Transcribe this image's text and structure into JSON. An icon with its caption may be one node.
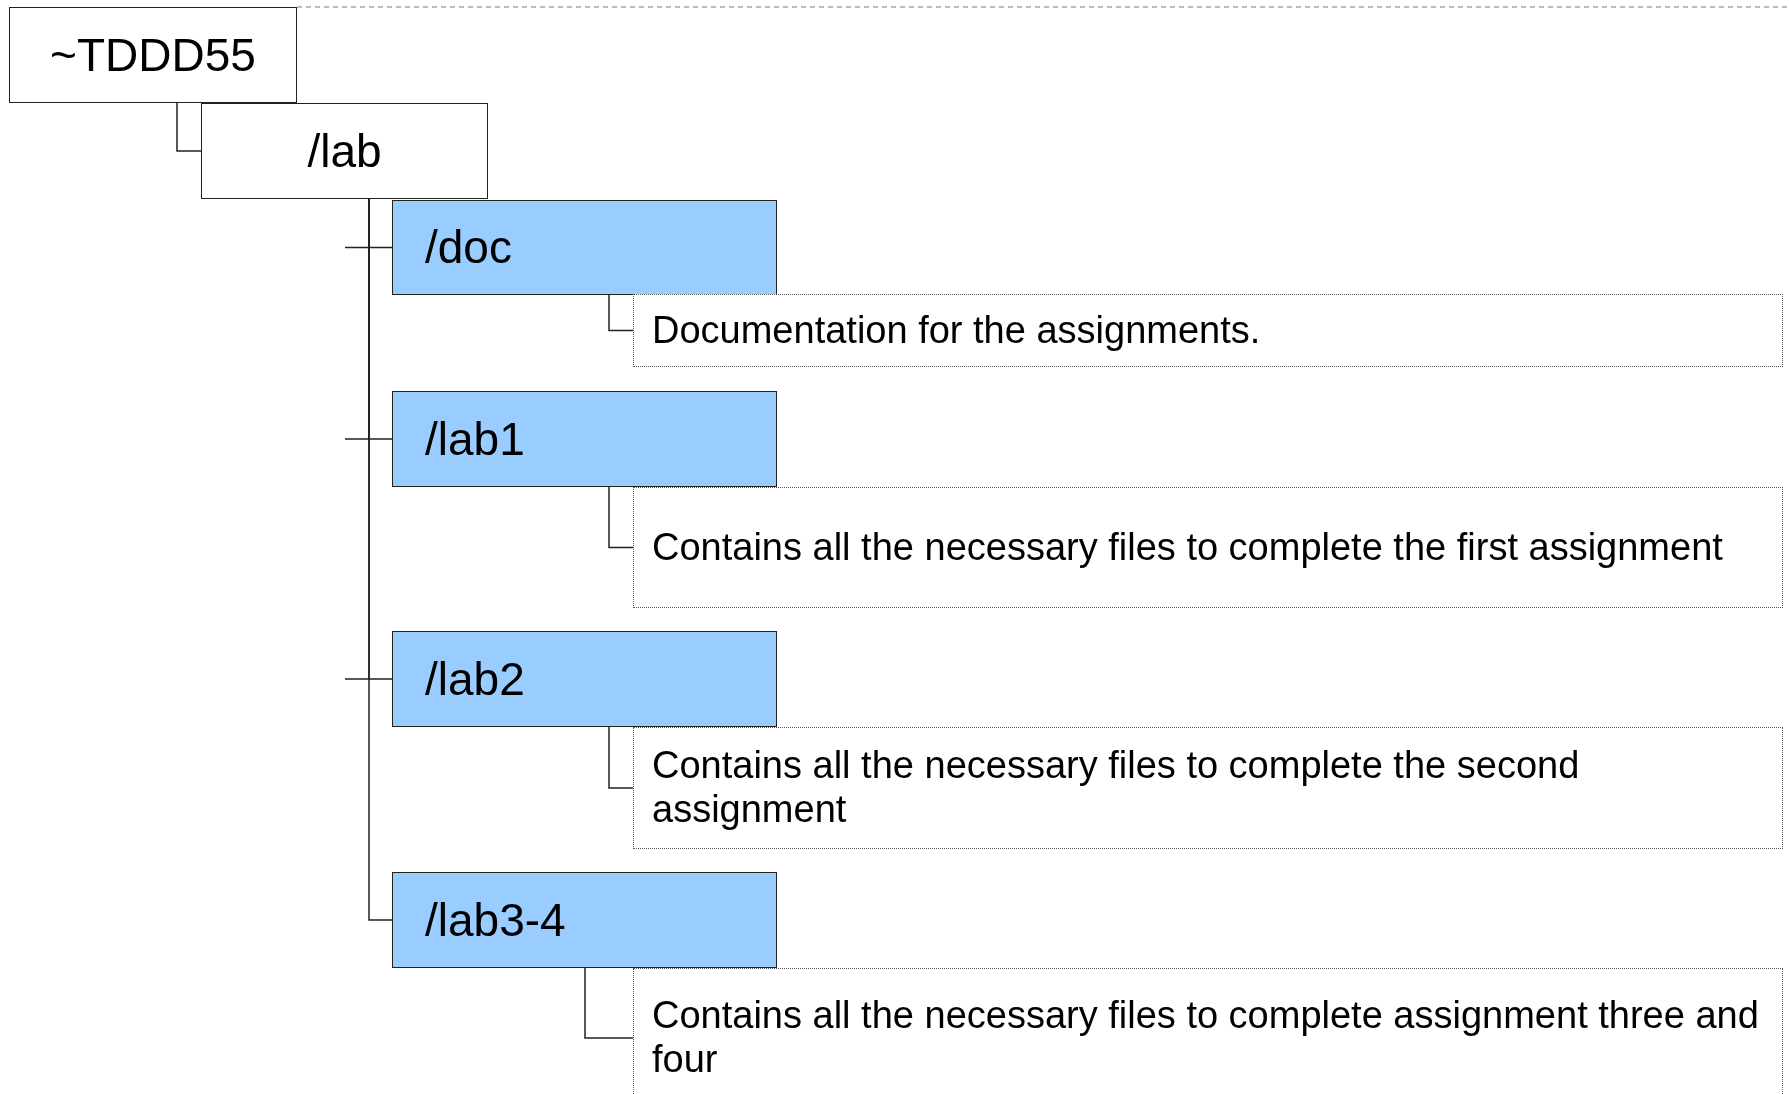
{
  "diagram": {
    "nodes": [
      {
        "text": [
          "~TDDD55"
        ]
      },
      {
        "text": [
          "/lab"
        ]
      },
      {
        "text": [
          "/doc"
        ]
      },
      {
        "text": [
          "Documentation for the assignments."
        ]
      },
      {
        "text": [
          "/lab1"
        ]
      },
      {
        "text": [
          "Contains all the necessary files to complete the first assignment"
        ]
      },
      {
        "text": [
          "/lab2"
        ]
      },
      {
        "text": [
          "Contains all the necessary files to complete the second assignment"
        ]
      },
      {
        "text": [
          "/lab3-4"
        ]
      },
      {
        "text": [
          "Contains all the necessary files to complete assignment three and four"
        ]
      }
    ],
    "edges": [
      {
        "from": 0,
        "to": 1,
        "arrow": "none"
      },
      {
        "from": 1,
        "to": 2,
        "arrow": "none"
      },
      {
        "from": 1,
        "to": 4,
        "arrow": "none"
      },
      {
        "from": 1,
        "to": 6,
        "arrow": "none"
      },
      {
        "from": 1,
        "to": 8,
        "arrow": "none"
      },
      {
        "from": 2,
        "to": 3,
        "arrow": "none"
      },
      {
        "from": 4,
        "to": 5,
        "arrow": "none"
      },
      {
        "from": 6,
        "to": 7,
        "arrow": "none"
      },
      {
        "from": 8,
        "to": 9,
        "arrow": "none"
      }
    ]
  }
}
